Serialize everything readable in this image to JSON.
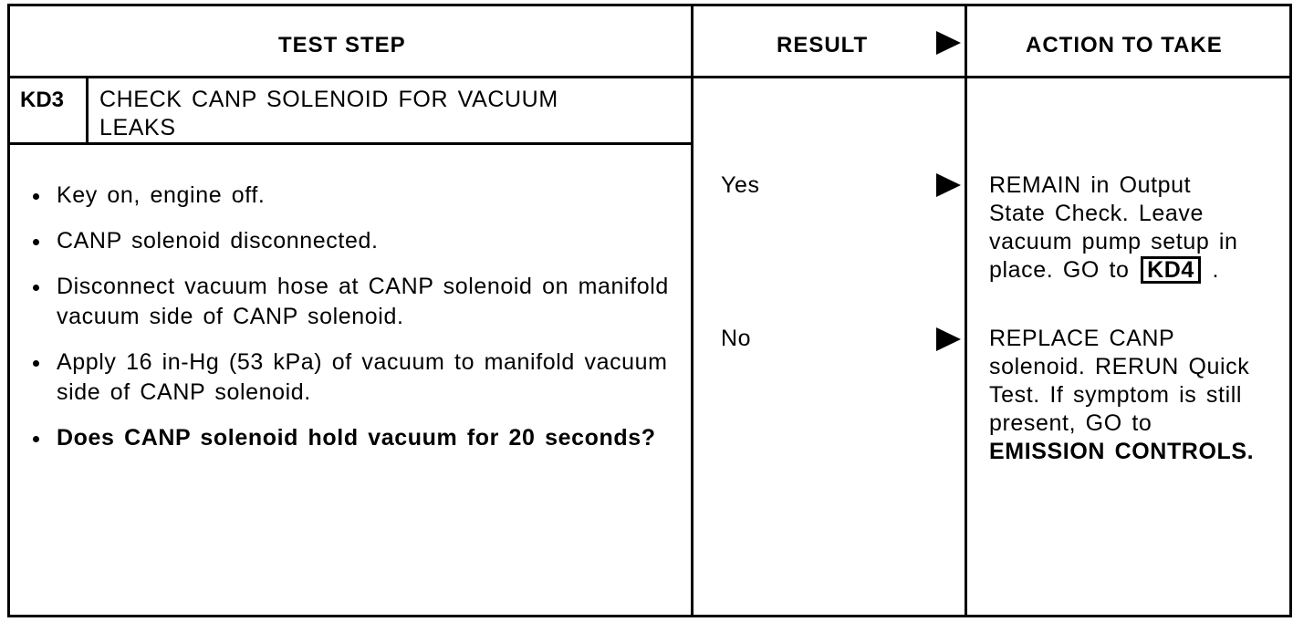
{
  "headers": {
    "test_step": "TEST STEP",
    "result": "RESULT",
    "action": "ACTION TO TAKE"
  },
  "step": {
    "id": "KD3",
    "title_line1": "CHECK CANP SOLENOID FOR VACUUM",
    "title_line2": "LEAKS",
    "bullets": [
      "Key on, engine off.",
      "CANP solenoid disconnected.",
      "Disconnect vacuum hose at CANP solenoid on manifold vacuum side of CANP solenoid.",
      "Apply 16 in-Hg (53 kPa) of vacuum to manifold vacuum side of CANP solenoid.",
      "Does CANP solenoid hold vacuum for 20 seconds?"
    ]
  },
  "results": [
    {
      "label": "Yes",
      "action_lines": [
        "REMAIN in Output",
        "State Check. Leave",
        "vacuum pump setup in"
      ],
      "action_last_prefix": "place. GO to",
      "action_ref": "KD4",
      "action_last_suffix": "."
    },
    {
      "label": "No",
      "action_lines": [
        "REPLACE CANP",
        "solenoid. RERUN Quick",
        "Test. If symptom is still",
        "present, GO to"
      ],
      "action_bold": "EMISSION CONTROLS."
    }
  ]
}
